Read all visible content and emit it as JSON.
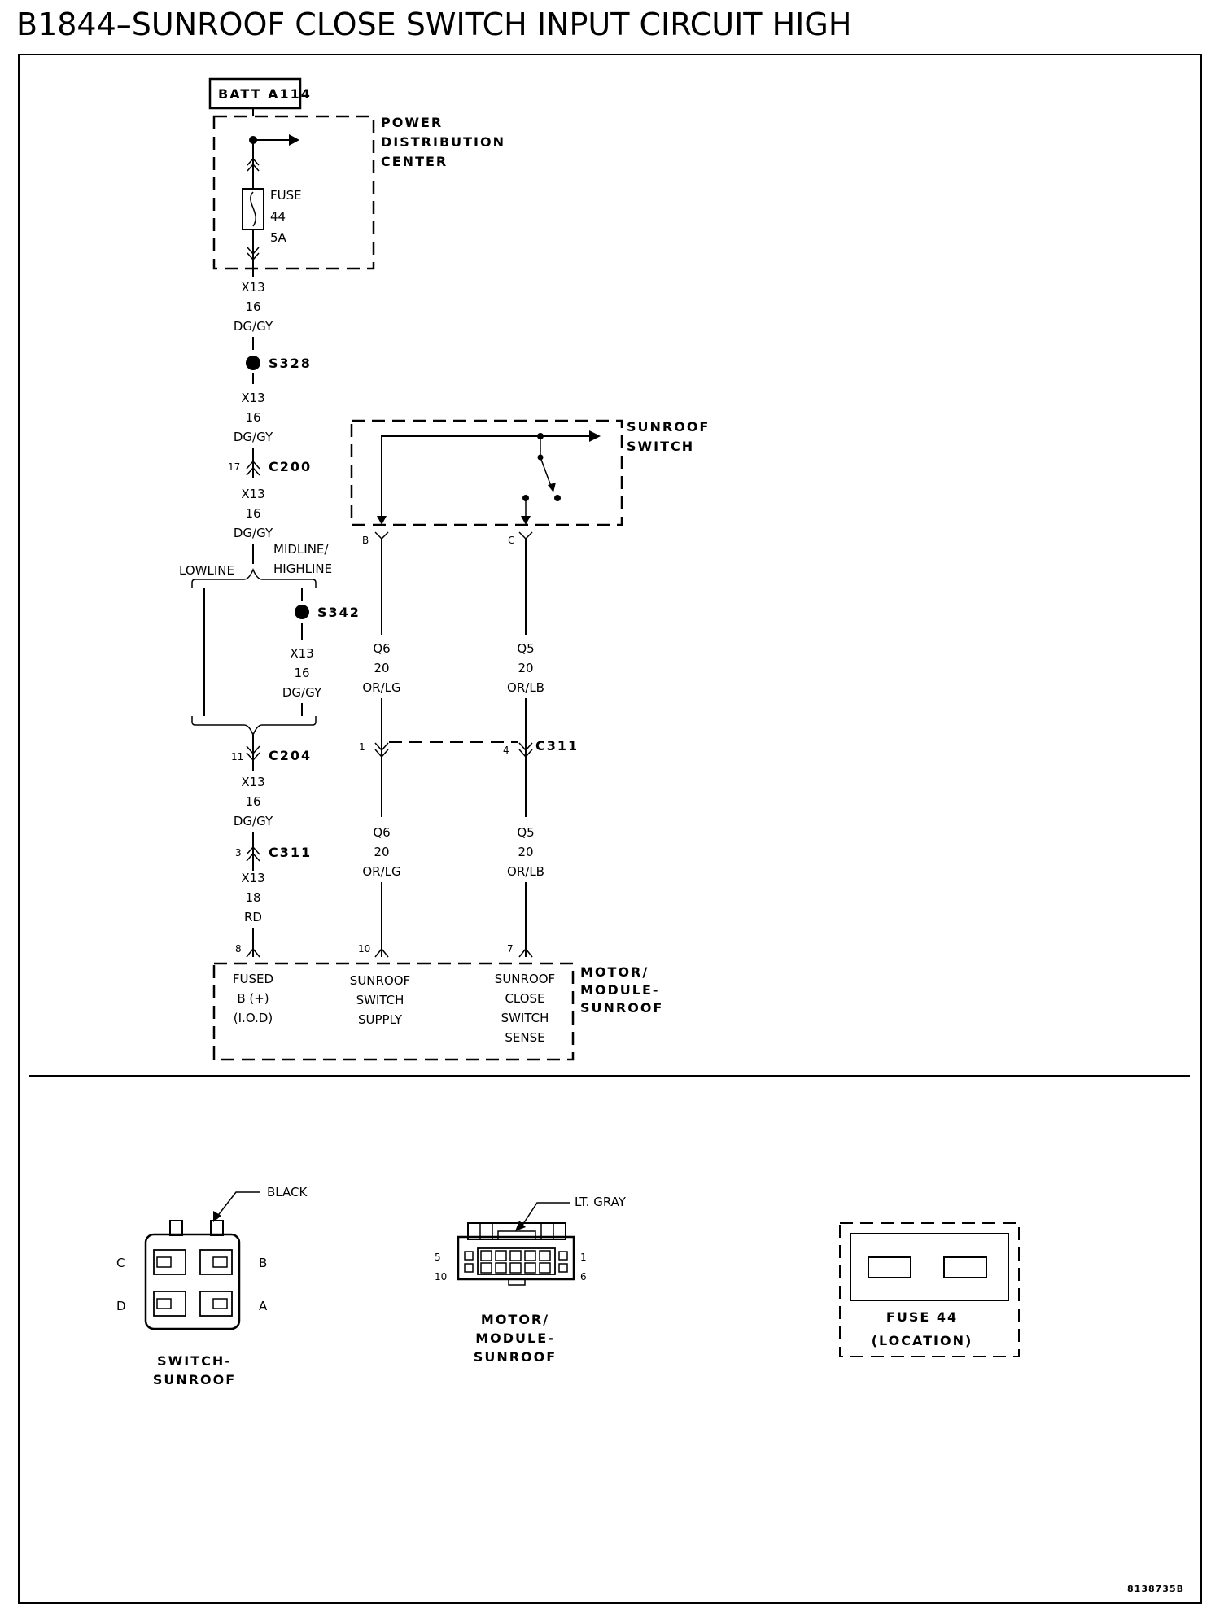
{
  "title": "B1844–SUNROOF CLOSE SWITCH INPUT CIRCUIT HIGH",
  "power": {
    "batt": "BATT A114",
    "pdc": [
      "POWER",
      "DISTRIBUTION",
      "CENTER"
    ],
    "fuse": [
      "FUSE",
      "44",
      "5A"
    ]
  },
  "splices": {
    "s328": "S328",
    "s342": "S342"
  },
  "connectors": {
    "c200": "C200",
    "c200_pin": "17",
    "c204": "C204",
    "c204_pin": "11",
    "c311_left": "C311",
    "c311_left_pin": "3",
    "c311_mid": "C311",
    "c311_mid_pin_q6": "1",
    "c311_mid_pin_q5": "4",
    "mod_pin_fused": "8",
    "mod_pin_supply": "10",
    "mod_pin_sense": "7",
    "sw_pin_b": "B",
    "sw_pin_c": "C"
  },
  "branches": {
    "lowline": "LOWLINE",
    "midline": [
      "MIDLINE/",
      "HIGHLINE"
    ]
  },
  "wires": {
    "x13_a": [
      "X13",
      "16",
      "DG/GY"
    ],
    "x13_b": [
      "X13",
      "16",
      "DG/GY"
    ],
    "x13_c": [
      "X13",
      "16",
      "DG/GY"
    ],
    "x13_d": [
      "X13",
      "16",
      "DG/GY"
    ],
    "x13_e": [
      "X13",
      "16",
      "DG/GY"
    ],
    "x13_f": [
      "X13",
      "18",
      "RD"
    ],
    "q6_upper": [
      "Q6",
      "20",
      "OR/LG"
    ],
    "q5_upper": [
      "Q5",
      "20",
      "OR/LB"
    ],
    "q6_lower": [
      "Q6",
      "20",
      "OR/LG"
    ],
    "q5_lower": [
      "Q5",
      "20",
      "OR/LB"
    ]
  },
  "sunroof_switch": [
    "SUNROOF",
    "SWITCH"
  ],
  "module": {
    "name": [
      "MOTOR/",
      "MODULE-",
      "SUNROOF"
    ],
    "fused": [
      "FUSED",
      "B (+)",
      "(I.O.D)"
    ],
    "supply": [
      "SUNROOF",
      "SWITCH",
      "SUPPLY"
    ],
    "sense": [
      "SUNROOF",
      "CLOSE",
      "SWITCH",
      "SENSE"
    ]
  },
  "views": {
    "switch": {
      "color": "BLACK",
      "pins": [
        "C",
        "B",
        "D",
        "A"
      ],
      "name": [
        "SWITCH-",
        "SUNROOF"
      ]
    },
    "motor": {
      "color": "LT. GRAY",
      "pins_left": [
        "5",
        "10"
      ],
      "pins_right": [
        "1",
        "6"
      ],
      "name": [
        "MOTOR/",
        "MODULE-",
        "SUNROOF"
      ]
    },
    "fuse": {
      "name": [
        "FUSE 44",
        "(LOCATION)"
      ]
    }
  },
  "ref": "8138735B"
}
